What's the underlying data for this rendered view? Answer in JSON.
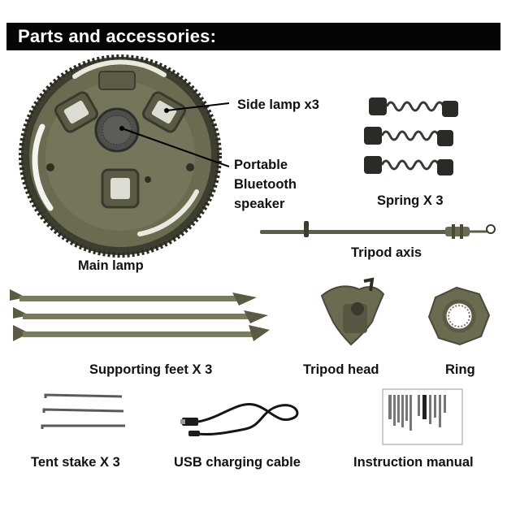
{
  "header": {
    "title": "Parts and accessories:"
  },
  "labels": {
    "side_lamp": "Side lamp x3",
    "speaker_line1": "Portable",
    "speaker_line2": "Bluetooth",
    "speaker_line3": "speaker",
    "spring": "Spring X 3",
    "main_lamp": "Main lamp",
    "tripod_axis": "Tripod axis",
    "supporting_feet": "Supporting feet X 3",
    "tripod_head": "Tripod head",
    "ring": "Ring",
    "tent_stake": "Tent stake X 3",
    "usb_cable": "USB charging cable",
    "manual": "Instruction manual"
  },
  "colors": {
    "banner": "#050505",
    "olive": "#6b6b52",
    "olive_dark": "#4f4f3c",
    "olive_light": "#8a8a6e"
  }
}
